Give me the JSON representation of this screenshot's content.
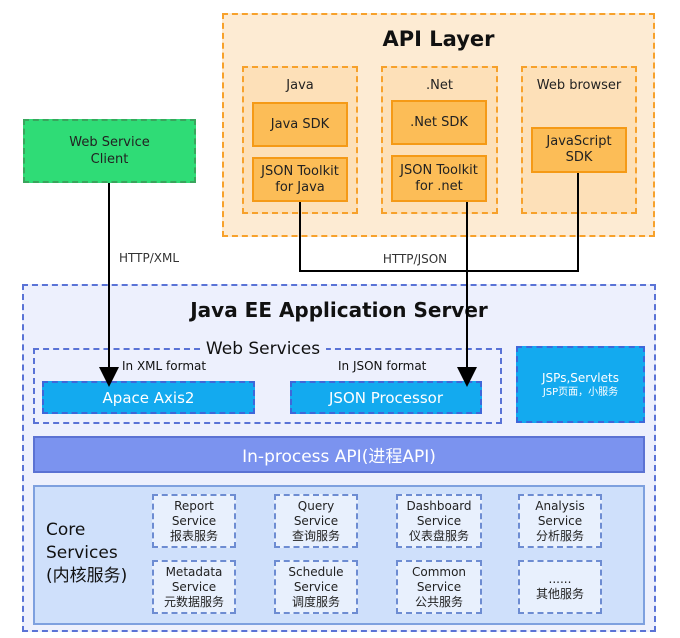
{
  "api_layer": {
    "title": "API Layer",
    "columns": [
      {
        "label": "Java",
        "sdk": "Java SDK",
        "toolkit_line1": "JSON Toolkit",
        "toolkit_line2": "for Java"
      },
      {
        "label": ".Net",
        "sdk": ".Net SDK",
        "toolkit_line1": "JSON Toolkit",
        "toolkit_line2": "for .net"
      },
      {
        "label": "Web browser",
        "sdk_line1": "JavaScript",
        "sdk_line2": "SDK"
      }
    ]
  },
  "client": {
    "line1": "Web Service",
    "line2": "Client"
  },
  "connections": {
    "http_xml": "HTTP/XML",
    "http_json": "HTTP/JSON"
  },
  "server": {
    "title": "Java EE Application Server",
    "web_services": {
      "title": "Web Services",
      "xml_format": "In XML format",
      "json_format": "In JSON format",
      "axis": "Apace Axis2",
      "json_processor": "JSON Processor"
    },
    "jsp": {
      "line1": "JSPs,Servlets",
      "line2": "JSP页面，小服务"
    },
    "inprocess_api": "In-process API(进程API)",
    "core": {
      "line1": "Core",
      "line2": "Services",
      "line3": "(内核服务)",
      "services": [
        {
          "l1": "Report",
          "l2": "Service",
          "l3": "报表服务"
        },
        {
          "l1": "Query",
          "l2": "Service",
          "l3": "查询服务"
        },
        {
          "l1": "Dashboard",
          "l2": "Service",
          "l3": "仪表盘服务"
        },
        {
          "l1": "Analysis",
          "l2": "Service",
          "l3": "分析服务"
        },
        {
          "l1": "Metadata",
          "l2": "Service",
          "l3": "元数据服务"
        },
        {
          "l1": "Schedule",
          "l2": "Service",
          "l3": "调度服务"
        },
        {
          "l1": "Common",
          "l2": "Service",
          "l3": "公共服务"
        },
        {
          "l1": "......",
          "l2": "其他服务"
        }
      ]
    }
  }
}
